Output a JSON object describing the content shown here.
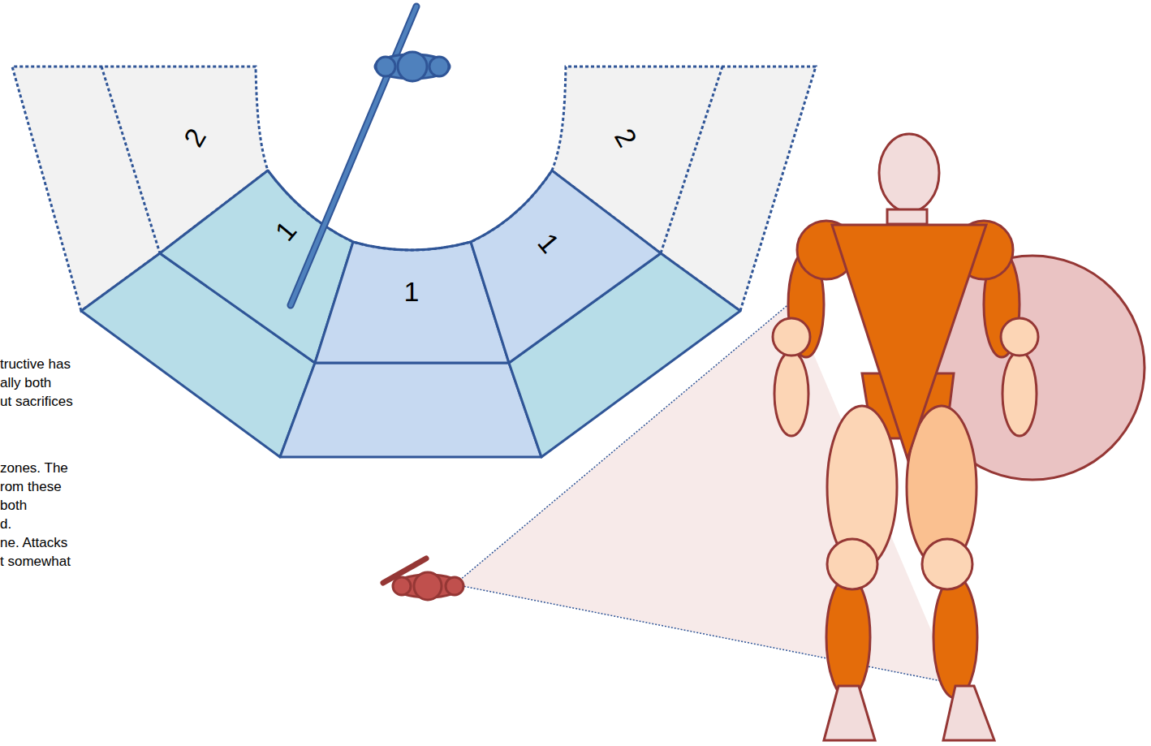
{
  "diagram": {
    "labels": [
      "tructive has",
      "ally both",
      "ut sacrifices",
      "zones. The",
      "rom these",
      "both",
      "d.",
      "ne. Attacks",
      "t somewhat",
      "2",
      "2",
      "1",
      "1",
      "1"
    ]
  }
}
